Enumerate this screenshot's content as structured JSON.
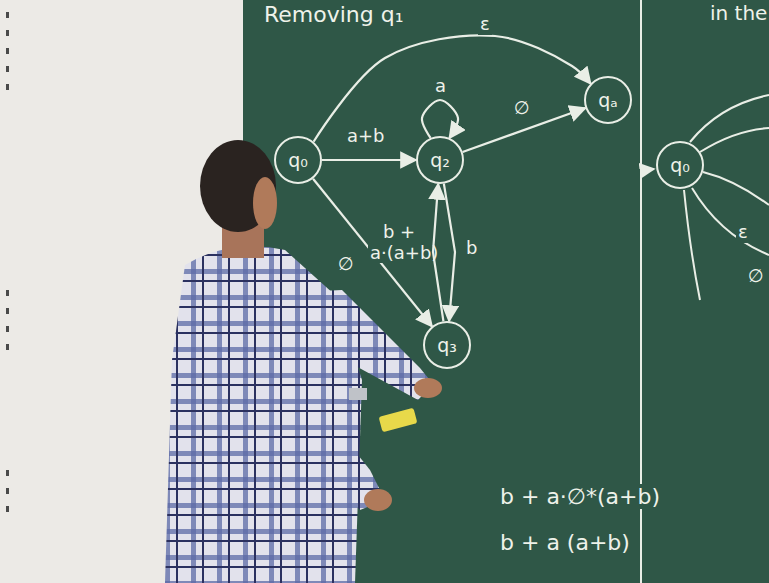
{
  "diagram": {
    "nodes": [
      {
        "text": [
          "q₀"
        ]
      },
      {
        "text": [
          "q₂"
        ]
      },
      {
        "text": [
          "qₐ"
        ]
      },
      {
        "text": [
          "q₃"
        ]
      },
      {
        "text": [
          "q₀"
        ]
      }
    ],
    "edges": [
      {
        "from": 0,
        "to": 2,
        "label": "ε",
        "arrow": "to"
      },
      {
        "from": 0,
        "to": 1,
        "label": "a+b",
        "arrow": "to"
      },
      {
        "from": 1,
        "to": 1,
        "label": "a",
        "arrow": "to"
      },
      {
        "from": 1,
        "to": 2,
        "label": "∅",
        "arrow": "to"
      },
      {
        "from": 0,
        "to": 3,
        "label": "∅",
        "arrow": "to"
      },
      {
        "from": 1,
        "to": 3,
        "label": "b",
        "arrow": "to"
      },
      {
        "from": 3,
        "to": 1,
        "label": "b + a·(a+b)",
        "arrow": "to"
      }
    ],
    "labels": [
      "Removing q₁",
      "in the",
      "b + a·∅*(a+b)",
      "b + a (a+b)",
      "ε",
      "∅"
    ]
  }
}
